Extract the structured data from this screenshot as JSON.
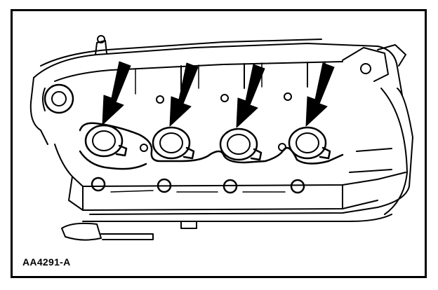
{
  "figure": {
    "id_label": "AA4291-A"
  },
  "colors": {
    "ink": "#000000",
    "paper": "#ffffff",
    "shade": "#cfcfcf"
  },
  "callouts": {
    "count": 4,
    "target": "ignition-coil"
  }
}
